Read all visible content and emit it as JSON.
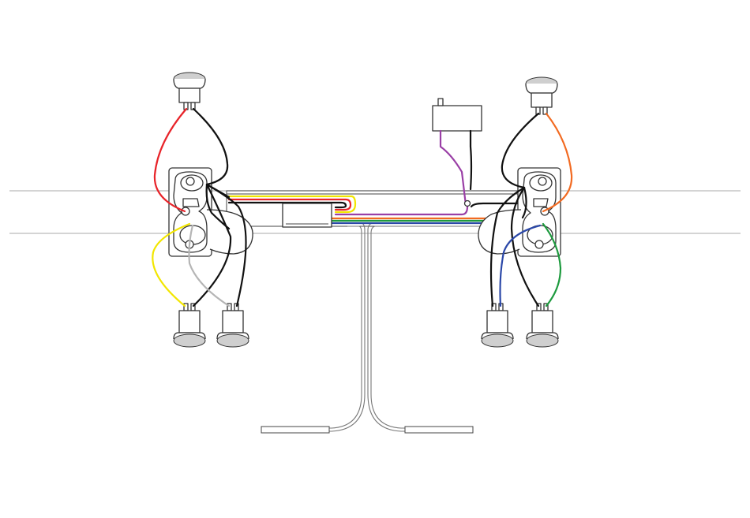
{
  "diagram": {
    "wire_colors": {
      "black": "#111111",
      "red": "#e8242a",
      "yellow": "#f2e600",
      "grey": "#b5b5b5",
      "orange": "#f26a21",
      "green": "#1d9a3e",
      "blue": "#2b48a8",
      "purple": "#9a3fa6"
    },
    "parts": [
      {
        "id": "top-left-button",
        "icon": "push-button-icon"
      },
      {
        "id": "top-right-button",
        "icon": "push-button-icon"
      },
      {
        "id": "bottom-left-button-1",
        "icon": "push-button-icon"
      },
      {
        "id": "bottom-left-button-2",
        "icon": "push-button-icon"
      },
      {
        "id": "bottom-right-button-1",
        "icon": "push-button-icon"
      },
      {
        "id": "bottom-right-button-2",
        "icon": "push-button-icon"
      },
      {
        "id": "left-joystick-mount",
        "icon": "joystick-bracket-icon"
      },
      {
        "id": "right-joystick-mount",
        "icon": "joystick-bracket-icon"
      },
      {
        "id": "switch-box",
        "icon": "toggle-switch-icon"
      },
      {
        "id": "controller-board",
        "icon": "pcb-icon"
      },
      {
        "id": "cable-harness",
        "icon": "cable-icon"
      }
    ]
  }
}
